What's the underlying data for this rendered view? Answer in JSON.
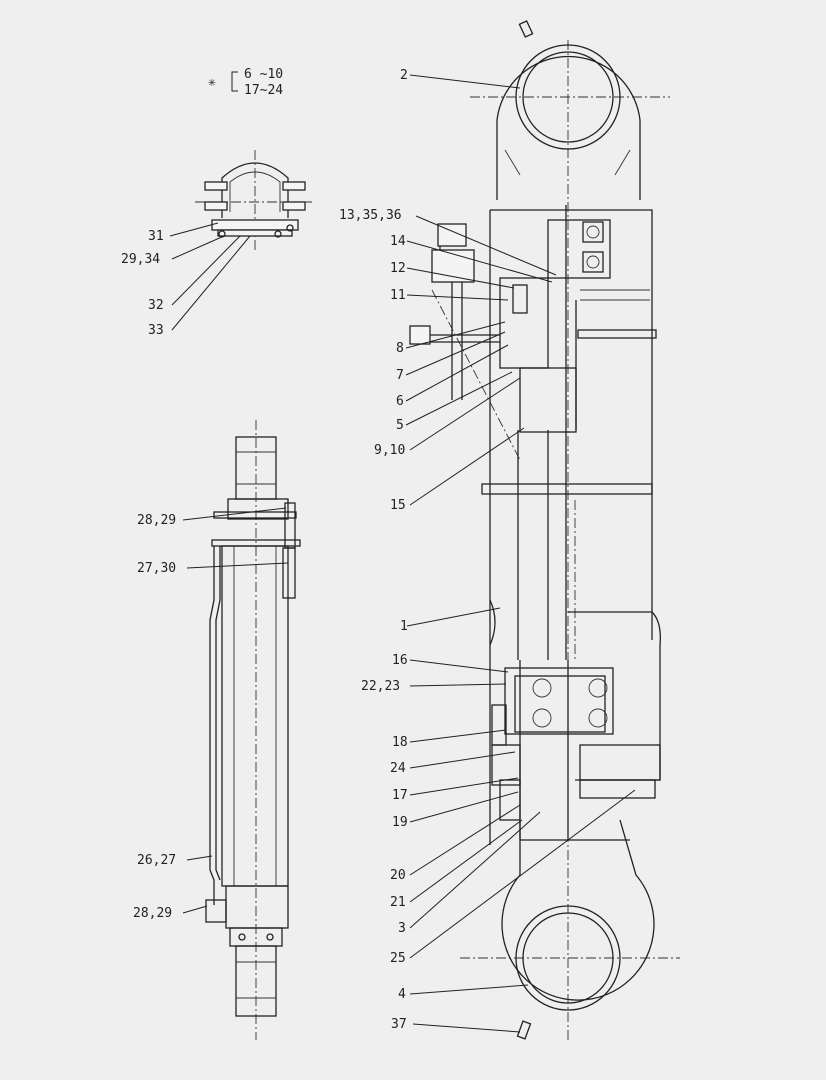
{
  "note": {
    "symbol": "✳",
    "line1": "6 ~10",
    "line2": "17~24"
  },
  "labels": {
    "l2": "2",
    "l13_35_36": "13,35,36",
    "l14": "14",
    "l12": "12",
    "l11": "11",
    "l8": "8",
    "l7": "7",
    "l6": "6",
    "l5": "5",
    "l9_10": "9,10",
    "l15": "15",
    "l1": "1",
    "l16": "16",
    "l22_23": "22,23",
    "l18": "18",
    "l24": "24",
    "l17": "17",
    "l19": "19",
    "l20": "20",
    "l21": "21",
    "l3": "3",
    "l25": "25",
    "l4": "4",
    "l37": "37",
    "l31": "31",
    "l29_34": "29,34",
    "l32": "32",
    "l33": "33",
    "l28_29_top": "28,29",
    "l27_30": "27,30",
    "l26_27": "26,27",
    "l28_29_bot": "28,29"
  }
}
